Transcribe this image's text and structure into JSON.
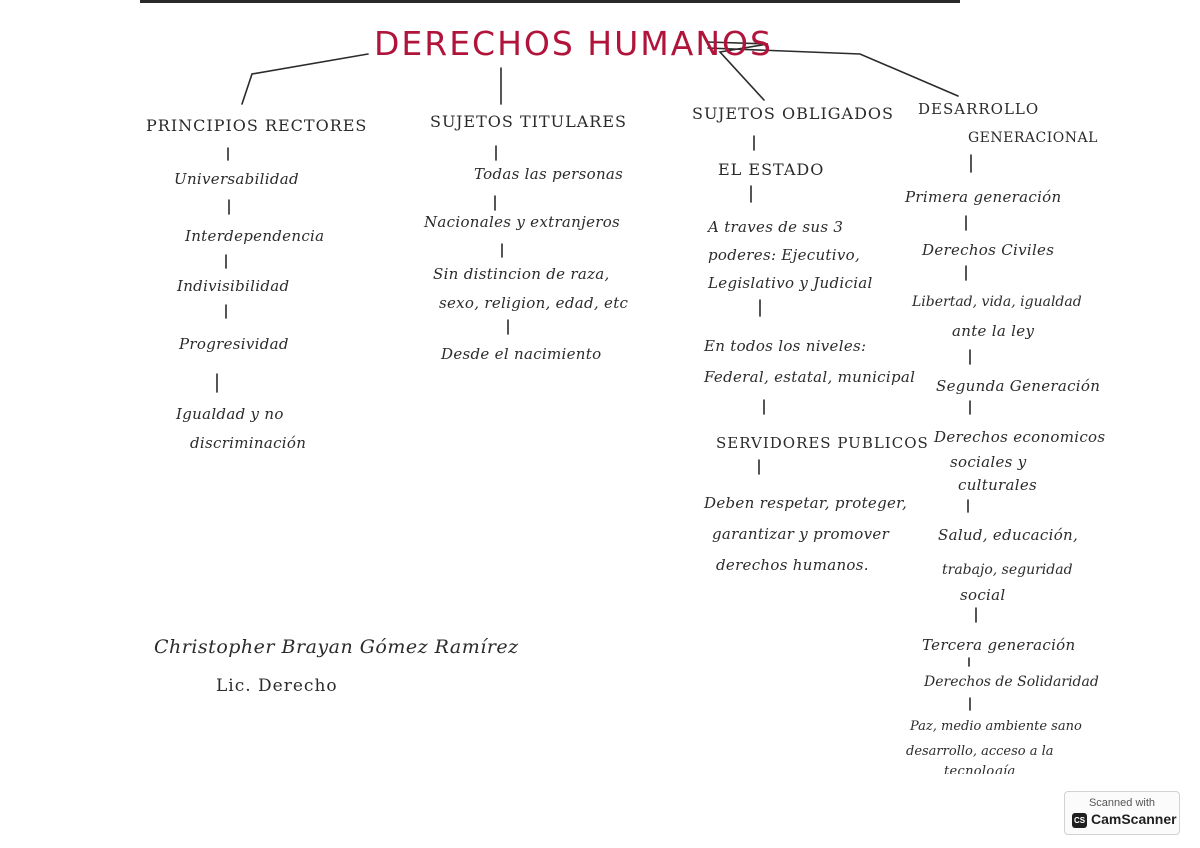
{
  "title": "DERECHOS HUMANOS",
  "columns": [
    {
      "heading": [
        "PRINCIPIOS RECTORES"
      ],
      "items": [
        [
          "Universabilidad"
        ],
        [
          "Interdependencia"
        ],
        [
          "Indivisibilidad"
        ],
        [
          "Progresividad"
        ],
        [
          "Igualdad y no",
          "discriminación"
        ]
      ]
    },
    {
      "heading": [
        "SUJETOS TITULARES"
      ],
      "items": [
        [
          "Todas las personas"
        ],
        [
          "Nacionales y extranjeros"
        ],
        [
          "Sin distincion de raza,",
          "sexo, religion, edad, etc"
        ],
        [
          "Desde el nacimiento"
        ]
      ]
    },
    {
      "heading": [
        "SUJETOS OBLIGADOS"
      ],
      "items": [
        [
          "EL ESTADO"
        ],
        [
          "A traves de sus 3",
          "poderes: Ejecutivo,",
          "Legislativo y Judicial"
        ],
        [
          "En todos los niveles:",
          "Federal, estatal, municipal"
        ],
        [
          "SERVIDORES PUBLICOS"
        ],
        [
          "Deben respetar, proteger,",
          "garantizar y promover",
          "derechos humanos."
        ]
      ]
    },
    {
      "heading": [
        "DESARROLLO",
        "GENERACIONAL"
      ],
      "items": [
        [
          "Primera generación"
        ],
        [
          "Derechos Civiles"
        ],
        [
          "Libertad, vida, igualdad",
          "ante la ley"
        ],
        [
          "Segunda Generación"
        ],
        [
          "Derechos economicos",
          "sociales y",
          "culturales"
        ],
        [
          "Salud, educación,",
          "trabajo, seguridad",
          "social"
        ],
        [
          "Tercera generación"
        ],
        [
          "Derechos de Solidaridad"
        ],
        [
          "Paz, medio ambiente sano",
          "desarrollo, acceso a la",
          "tecnología"
        ]
      ]
    }
  ],
  "author": {
    "name": "Christopher Brayan Gómez Ramírez",
    "degree": "Lic. Derecho"
  },
  "badge": {
    "top": "Scanned with",
    "logo": "CS",
    "name": "CamScanner"
  },
  "colors": {
    "title": "#b0143a",
    "ink": "#2b2b2b"
  }
}
